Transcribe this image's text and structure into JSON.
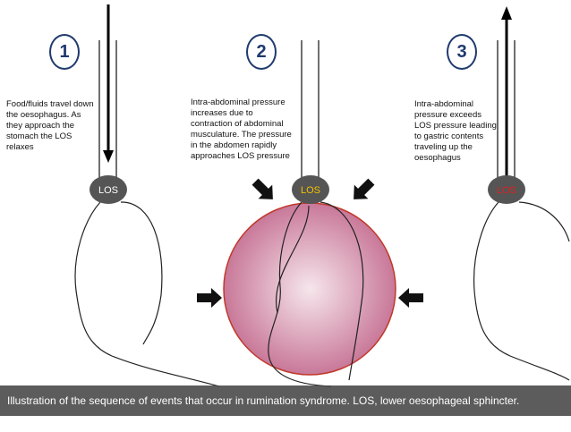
{
  "steps": [
    {
      "number": "1",
      "text": "Food/fluids travel down the oesophagus. As they approach the stomach the LOS relaxes"
    },
    {
      "number": "2",
      "text": "Intra-abdominal pressure increases due to contraction of abdominal musculature. The pressure in the abdomen rapidly approaches LOS pressure"
    },
    {
      "number": "3",
      "text": "Intra-abdominal pressure exceeds LOS pressure leading to gastric contents traveling up the oesophagus"
    }
  ],
  "los_label": "LOS",
  "caption": "Illustration of the sequence of events that occur in rumination syndrome. LOS, lower oesophageal sphincter.",
  "colors": {
    "number": "#1f3a6e",
    "sphincter": "#555555",
    "los_text_1": "#ffffff",
    "los_text_2": "#f2c200",
    "los_text_3": "#e02020",
    "pressure_fill_center": "#f6e6ec",
    "pressure_fill_edge": "#c46d90",
    "pressure_border": "#c0392b"
  }
}
